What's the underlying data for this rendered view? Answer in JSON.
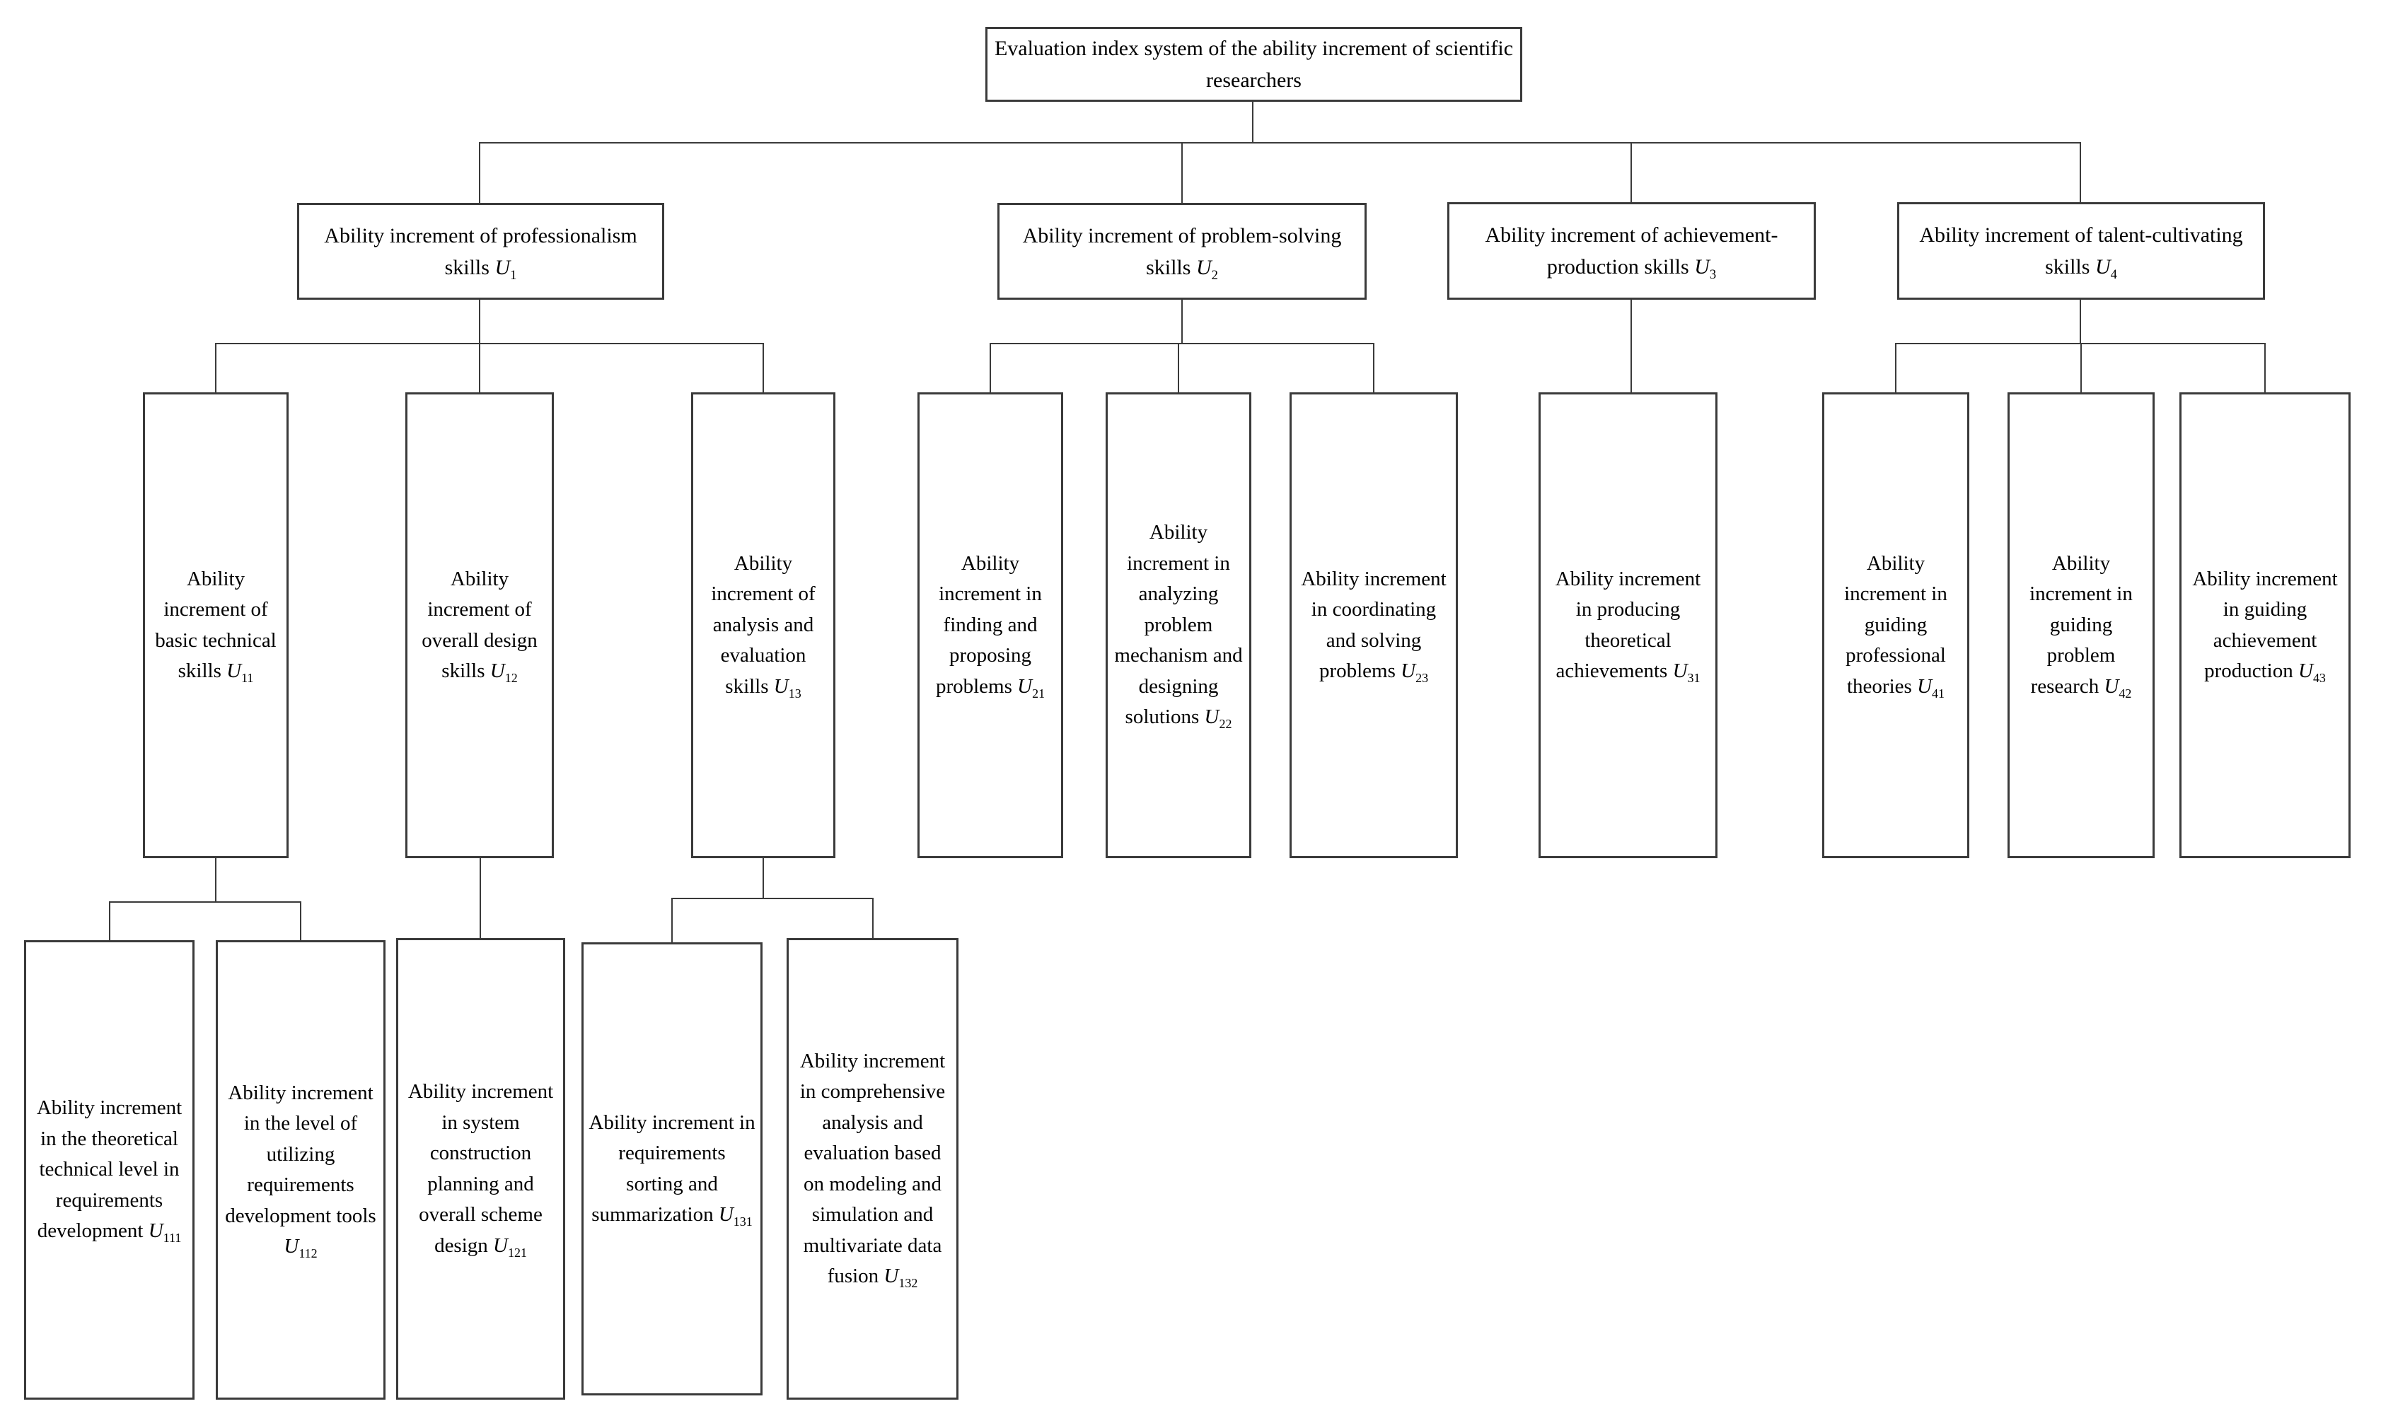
{
  "nodes": {
    "root": {
      "text": "Evaluation index system of the ability increment of scientific researchers"
    },
    "u1": {
      "text": "Ability increment of professionalism skills",
      "symbol": "U",
      "sub": "1"
    },
    "u2": {
      "text": "Ability increment of problem-solving skills",
      "symbol": "U",
      "sub": "2"
    },
    "u3": {
      "text": "Ability increment of achievement-production skills",
      "symbol": "U",
      "sub": "3"
    },
    "u4": {
      "text": "Ability increment of talent-cultivating skills",
      "symbol": "U",
      "sub": "4"
    },
    "u11": {
      "text": "Ability increment of basic technical skills",
      "symbol": "U",
      "sub": "11"
    },
    "u12": {
      "text": "Ability increment of overall design skills",
      "symbol": "U",
      "sub": "12"
    },
    "u13": {
      "text": "Ability increment of analysis and evaluation skills",
      "symbol": "U",
      "sub": "13"
    },
    "u21": {
      "text": "Ability increment in finding and proposing problems",
      "symbol": "U",
      "sub": "21"
    },
    "u22": {
      "text": "Ability increment in analyzing problem mechanism and designing solutions",
      "symbol": "U",
      "sub": "22"
    },
    "u23": {
      "text": "Ability increment in coordinating and solving problems",
      "symbol": "U",
      "sub": "23"
    },
    "u31": {
      "text": "Ability increment in producing theoretical achievements",
      "symbol": "U",
      "sub": "31"
    },
    "u41": {
      "text": "Ability increment in guiding professional theories",
      "symbol": "U",
      "sub": "41"
    },
    "u42": {
      "text": "Ability increment in guiding problem research",
      "symbol": "U",
      "sub": "42"
    },
    "u43": {
      "text": "Ability increment in guiding achievement production",
      "symbol": "U",
      "sub": "43"
    },
    "u111": {
      "text": "Ability increment in the theoretical technical level in requirements development",
      "symbol": "U",
      "sub": "111"
    },
    "u112": {
      "text": "Ability increment in the level of utilizing requirements development tools",
      "symbol": "U",
      "sub": "112"
    },
    "u121": {
      "text": "Ability increment in system construction planning and overall scheme design",
      "symbol": "U",
      "sub": "121"
    },
    "u131": {
      "text": "Ability increment in requirements sorting and summarization",
      "symbol": "U",
      "sub": "131"
    },
    "u132": {
      "text": "Ability increment in comprehensive analysis and evaluation based on modeling and simulation and multivariate data fusion",
      "symbol": "U",
      "sub": "132"
    }
  }
}
